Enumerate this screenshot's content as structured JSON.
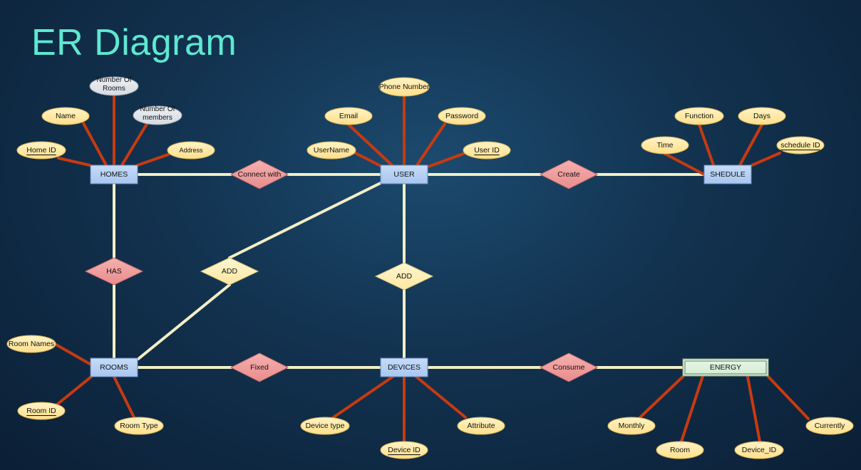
{
  "title": "ER Diagram",
  "colors": {
    "background": "#0f2c47",
    "title": "#5ee8d0",
    "relationship_line": "#f2efc4",
    "attribute_line": "#c83a10",
    "entity_fill": "#a8c6f0",
    "weak_entity_fill": "#d4ecd4",
    "attribute_fill": "#ffe08a",
    "multivalued_attribute_fill": "#d6dbe2",
    "relationship_fill_red": "#e98c8c",
    "relationship_fill_yellow": "#fde7a0"
  },
  "entities": [
    {
      "id": "homes",
      "label": "HOMES"
    },
    {
      "id": "user",
      "label": "USER"
    },
    {
      "id": "shedule",
      "label": "SHEDULE"
    },
    {
      "id": "rooms",
      "label": "ROOMS"
    },
    {
      "id": "devices",
      "label": "DEVICES"
    },
    {
      "id": "energy",
      "label": "ENERGY",
      "weak": true
    }
  ],
  "relationships": [
    {
      "id": "connect",
      "label": "Connect with",
      "color": "red",
      "connects": [
        "homes",
        "user"
      ]
    },
    {
      "id": "create",
      "label": "Create",
      "color": "red",
      "connects": [
        "user",
        "shedule"
      ]
    },
    {
      "id": "has",
      "label": "HAS",
      "color": "red",
      "connects": [
        "homes",
        "rooms"
      ]
    },
    {
      "id": "add1",
      "label": "ADD",
      "color": "yellow",
      "connects": [
        "user",
        "rooms"
      ]
    },
    {
      "id": "add2",
      "label": "ADD",
      "color": "yellow",
      "connects": [
        "user",
        "devices"
      ]
    },
    {
      "id": "fixed",
      "label": "Fixed",
      "color": "red",
      "connects": [
        "rooms",
        "devices"
      ]
    },
    {
      "id": "consume",
      "label": "Consume",
      "color": "red",
      "connects": [
        "devices",
        "energy"
      ]
    }
  ],
  "attributes": [
    {
      "id": "home_id",
      "label": "Home ID",
      "entity": "homes",
      "key": true
    },
    {
      "id": "home_name",
      "label": "Name",
      "entity": "homes"
    },
    {
      "id": "num_rooms",
      "label": "Number Of Rooms",
      "entity": "homes",
      "multivalued": true
    },
    {
      "id": "num_members",
      "label": "Number Of members",
      "entity": "homes",
      "multivalued": true
    },
    {
      "id": "address",
      "label": "Address",
      "entity": "homes"
    },
    {
      "id": "phone",
      "label": "Phone Number",
      "entity": "user"
    },
    {
      "id": "email",
      "label": "Email",
      "entity": "user"
    },
    {
      "id": "password",
      "label": "Password",
      "entity": "user"
    },
    {
      "id": "username",
      "label": "UserName",
      "entity": "user"
    },
    {
      "id": "user_id",
      "label": "User ID",
      "entity": "user",
      "key": true
    },
    {
      "id": "function",
      "label": "Function",
      "entity": "shedule"
    },
    {
      "id": "days",
      "label": "Days",
      "entity": "shedule"
    },
    {
      "id": "time",
      "label": "Time",
      "entity": "shedule"
    },
    {
      "id": "schedule_id",
      "label": "schedule ID",
      "entity": "shedule",
      "key": true
    },
    {
      "id": "room_names",
      "label": "Room Names",
      "entity": "rooms"
    },
    {
      "id": "room_id",
      "label": "Room ID",
      "entity": "rooms",
      "key": true
    },
    {
      "id": "room_type",
      "label": "Room Type",
      "entity": "rooms"
    },
    {
      "id": "device_type",
      "label": "Device type",
      "entity": "devices"
    },
    {
      "id": "device_id",
      "label": "Device ID",
      "entity": "devices",
      "key": true
    },
    {
      "id": "attribute",
      "label": "Attribute",
      "entity": "devices"
    },
    {
      "id": "monthly",
      "label": "Monthly",
      "entity": "energy"
    },
    {
      "id": "room",
      "label": "Room",
      "entity": "energy"
    },
    {
      "id": "device_id2",
      "label": "Device_ID",
      "entity": "energy"
    },
    {
      "id": "currently",
      "label": "Currently",
      "entity": "energy"
    }
  ]
}
